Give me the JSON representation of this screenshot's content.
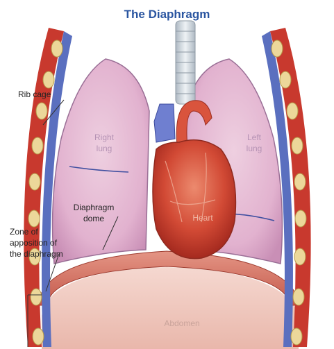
{
  "title": "The Diaphragm",
  "labels": {
    "rib_cage": "Rib cage",
    "right_lung_1": "Right",
    "right_lung_2": "lung",
    "left_lung_1": "Left",
    "left_lung_2": "lung",
    "diaphragm_dome_1": "Diaphragm",
    "diaphragm_dome_2": "dome",
    "heart": "Heart",
    "zone_1": "Zone of",
    "zone_2": "apposition of",
    "zone_3": "the diaphragm",
    "abdomen": "Abdomen"
  },
  "colors": {
    "title": "#2a55a0",
    "lung": "#e6b7d3",
    "pleura": "#5a6fbf",
    "rib": "#ecd79a",
    "intercostal": "#c8392e",
    "heart": "#cf4a34",
    "diaphragm": "#d9786a",
    "abdomen": "#f2cfc7",
    "trachea": "#cfd8e0"
  }
}
